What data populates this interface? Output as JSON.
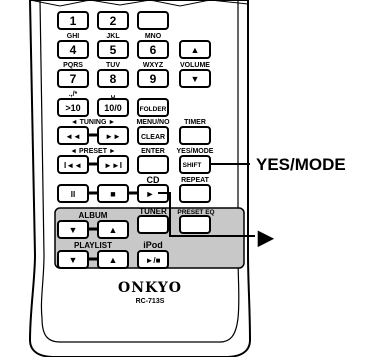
{
  "callouts": {
    "yes_mode": "YES/MODE",
    "arrow_symbol": "▶"
  },
  "keypad": {
    "row0": [
      "1",
      "2"
    ],
    "row1_letters": [
      "GHI",
      "JKL",
      "MNO"
    ],
    "row1_keys": [
      "4",
      "5",
      "6"
    ],
    "row2_letters": [
      "PQRS",
      "TUV",
      "WXYZ",
      "VOLUME"
    ],
    "row2_keys": [
      "7",
      "8",
      "9"
    ],
    "row3_letters": [
      ".,/*",
      "␣"
    ],
    "row3_keys": [
      ">10",
      "10/0",
      "FOLDER"
    ],
    "up": "▲",
    "down": "▼"
  },
  "transport": {
    "tuning_label": "◄ TUNING ►",
    "menu_no": "MENU/NO",
    "timer": "TIMER",
    "rew": "◄◄",
    "ffw": "►►",
    "clear": "CLEAR",
    "preset_label": "◄ PRESET ►",
    "enter": "ENTER",
    "yes_mode_label": "YES/MODE",
    "prev": "I◄◄",
    "next": "►►I",
    "shift": "SHIFT",
    "pause": "II",
    "stop": "■",
    "play": "►",
    "repeat": "REPEAT",
    "cd": "CD",
    "tuner": "TUNER",
    "preset_eq": "PRESET EQ"
  },
  "ipod_panel": {
    "album": "ALBUM",
    "playlist": "PLAYLIST",
    "ipod": "iPod",
    "down": "▼",
    "up": "▲",
    "play_pause": "►/■"
  },
  "brand": {
    "name": "ONKYO",
    "model": "RC-713S"
  }
}
